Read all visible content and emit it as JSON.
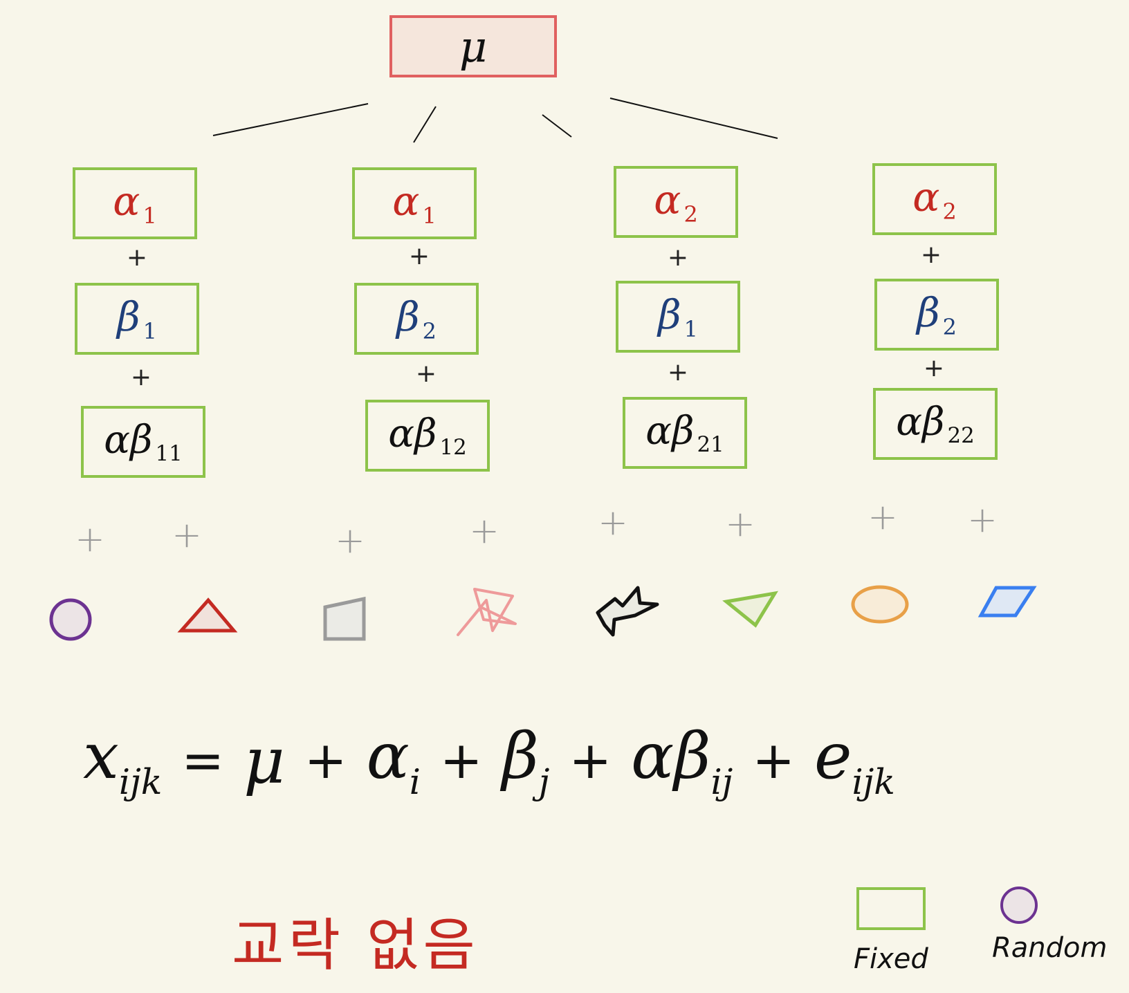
{
  "root": {
    "symbol": "μ"
  },
  "columns": [
    {
      "alpha": "α",
      "alpha_sub": "1",
      "beta": "β",
      "beta_sub": "1",
      "inter": "αβ",
      "inter_sub": "11"
    },
    {
      "alpha": "α",
      "alpha_sub": "1",
      "beta": "β",
      "beta_sub": "2",
      "inter": "αβ",
      "inter_sub": "12"
    },
    {
      "alpha": "α",
      "alpha_sub": "2",
      "beta": "β",
      "beta_sub": "1",
      "inter": "αβ",
      "inter_sub": "21"
    },
    {
      "alpha": "α",
      "alpha_sub": "2",
      "beta": "β",
      "beta_sub": "2",
      "inter": "αβ",
      "inter_sub": "22"
    }
  ],
  "plus_sign": "+",
  "shapes": [
    {
      "name": "circle",
      "stroke": "#6c3291",
      "fill": "#ece4e6"
    },
    {
      "name": "triangle",
      "stroke": "#c42a22",
      "fill": "#f1e2dc"
    },
    {
      "name": "quadrilateral",
      "stroke": "#9a9a9a",
      "fill": "#ebebe6"
    },
    {
      "name": "star",
      "stroke": "#ee9a9a",
      "fill": "none"
    },
    {
      "name": "splat",
      "stroke": "#111111",
      "fill": "#ebebe2"
    },
    {
      "name": "inverted-triangle",
      "stroke": "#8dc34a",
      "fill": "#eef0dc"
    },
    {
      "name": "ellipse",
      "stroke": "#e8a048",
      "fill": "#f8ecd8"
    },
    {
      "name": "parallelogram",
      "stroke": "#3a7ff0",
      "fill": "#dfe8f4"
    }
  ],
  "equation": {
    "lhs": "x",
    "lhs_sub": "ijk",
    "equals": "=",
    "terms": [
      {
        "sym": "μ",
        "sub": ""
      },
      {
        "sym": "α",
        "sub": "i"
      },
      {
        "sym": "β",
        "sub": "j"
      },
      {
        "sym": "αβ",
        "sub": "ij"
      },
      {
        "sym": "e",
        "sub": "ijk"
      }
    ],
    "op": "+"
  },
  "note": "교락 없음",
  "legend": {
    "fixed_label": "Fixed",
    "random_label": "Random"
  },
  "colors": {
    "background": "#f8f6ea",
    "fixed_border": "#8dc34a",
    "mu_border": "#e06060",
    "alpha": "#c42a22",
    "beta": "#1f3f7a",
    "random_border": "#6c3291"
  }
}
